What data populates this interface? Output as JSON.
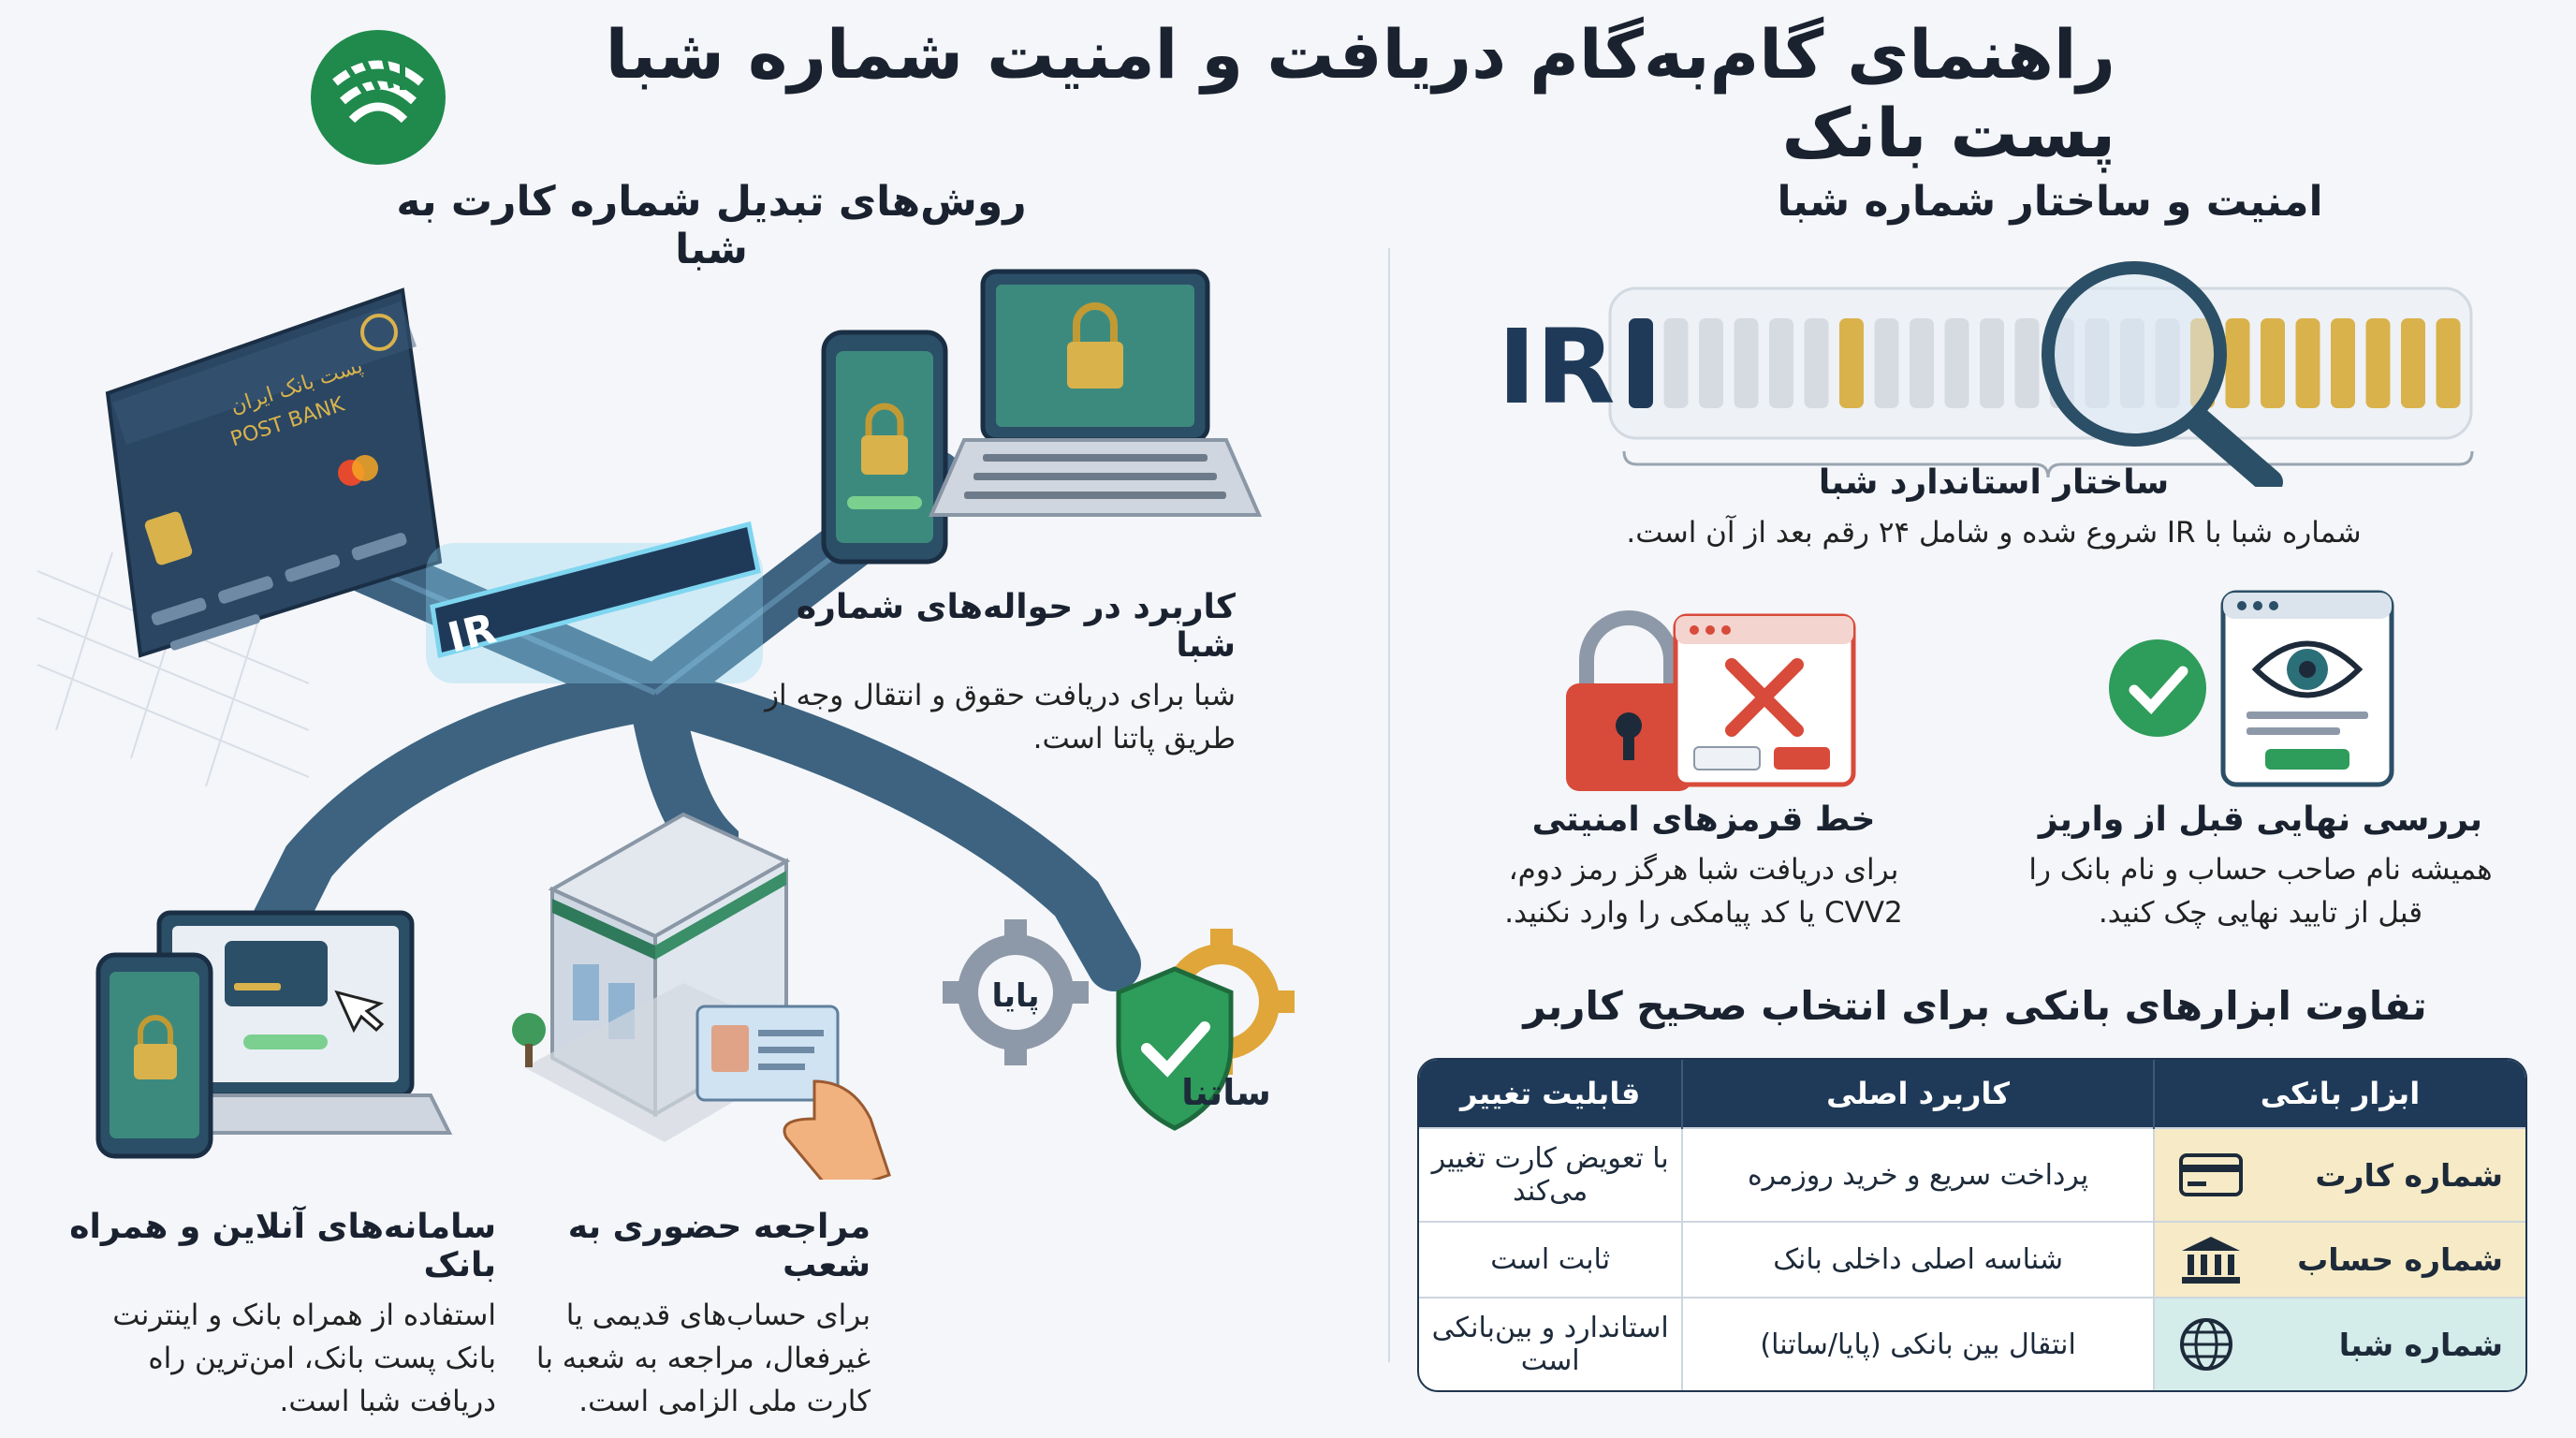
{
  "title": "راهنمای گام‌به‌گام دریافت و امنیت شماره شبا پست بانک",
  "left_section": {
    "title": "روش‌های تبدیل شماره کارت به شبا",
    "card_text": {
      "fa": "پست بانک ایران",
      "en": "POST BANK"
    },
    "connector_prefix": "IR",
    "methods": {
      "transfers": {
        "title": "کاربرد در حواله‌های شماره شبا",
        "text": "شبا برای دریافت حقوق و انتقال وجه از طریق پاتنا است."
      },
      "online": {
        "title": "سامانه‌های آنلاین و همراه بانک",
        "text": "استفاده از همراه بانک و اینترنت بانک پست بانک، امن‌ترین راه دریافت شبا است."
      },
      "branch": {
        "title": "مراجعه حضوری به شعب",
        "text": "برای حساب‌های قدیمی یا غیرفعال، مراجعه به شعبه با کارت ملی الزامی است."
      }
    },
    "systems": {
      "paya": "پایا",
      "satna": "ساتنا"
    }
  },
  "right_section": {
    "title": "امنیت و ساختار شماره شبا",
    "iban_prefix": "IR",
    "structure": {
      "title": "ساختار استاندارد شبا",
      "text": "شماره شبا با IR شروع شده و شامل ۲۴ رقم بعد از آن است."
    },
    "red_lines": {
      "title": "خط قرمزهای امنیتی",
      "text": "برای دریافت شبا هرگز رمز دوم، CVV2 یا کد پیامکی را وارد نکنید."
    },
    "final_check": {
      "title": "بررسی نهایی قبل از واریز",
      "text": "همیشه نام صاحب حساب و نام بانک را قبل از تایید نهایی چک کنید."
    },
    "table_title": "تفاوت ابزارهای بانکی برای انتخاب صحیح کاربر",
    "table": {
      "headers": [
        "ابزار بانکی",
        "کاربرد اصلی",
        "قابلیت تغییر"
      ],
      "rows": [
        {
          "tool": "شماره کارت",
          "use": "پرداخت سریع و خرید روزمره",
          "change": "با تعویض کارت تغییر می‌کند",
          "icon": "credit-card-icon",
          "color": "#f6ebc6"
        },
        {
          "tool": "شماره حساب",
          "use": "شناسه اصلی داخلی بانک",
          "change": "ثابت است",
          "icon": "bank-building-icon",
          "color": "#f6ebc6"
        },
        {
          "tool": "شماره شبا",
          "use": "انتقال بین بانکی (پایا/ساتنا)",
          "change": "استاندارد و بین‌بانکی است",
          "icon": "globe-icon",
          "color": "#d4ecea"
        }
      ]
    }
  },
  "colors": {
    "navy": "#1f3a59",
    "teal": "#2b6f78",
    "gold": "#d9b24c",
    "green": "#2e9c5a",
    "red": "#d84a3a"
  }
}
